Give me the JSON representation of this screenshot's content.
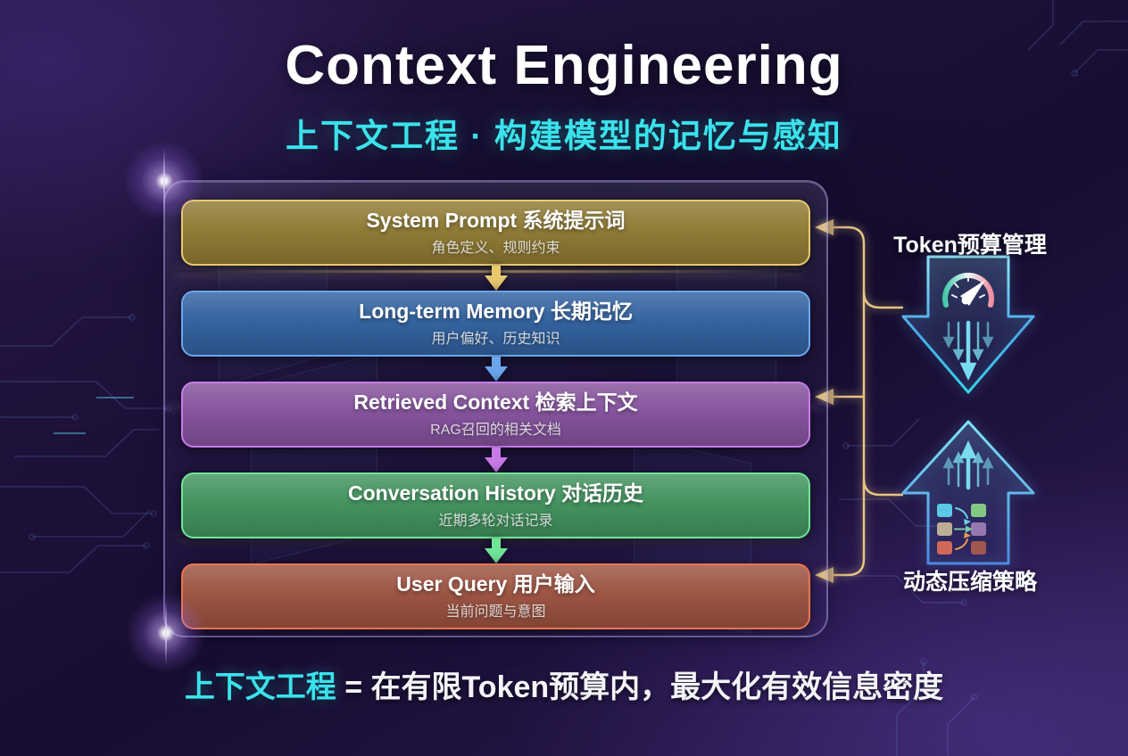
{
  "header": {
    "title": "Context Engineering",
    "subtitle": "上下文工程 · 构建模型的记忆与感知"
  },
  "stack": {
    "layers": [
      {
        "title": "System Prompt 系统提示词",
        "subtitle": "角色定义、规则约束",
        "fill": "#8f7a33",
        "border": "#e9c96e"
      },
      {
        "title": "Long-term Memory 长期记忆",
        "subtitle": "用户偏好、历史知识",
        "fill": "#31619f",
        "border": "#6aa6ec"
      },
      {
        "title": "Retrieved Context 检索上下文",
        "subtitle": "RAG召回的相关文档",
        "fill": "#84519c",
        "border": "#c77ae8"
      },
      {
        "title": "Conversation History 对话历史",
        "subtitle": "近期多轮对话记录",
        "fill": "#41925e",
        "border": "#6fe697"
      },
      {
        "title": "User Query 用户输入",
        "subtitle": "当前问题与意图",
        "fill": "#9c5240",
        "border": "#e8744f"
      }
    ]
  },
  "right_panel": {
    "token_budget_label": "Token预算管理",
    "compression_label": "动态压缩策略",
    "icons": {
      "gauge": "speedometer-icon",
      "down_arrow": "big-down-arrow-icon",
      "up_arrow": "big-up-arrow-icon",
      "blocks": "compression-blocks-icon"
    },
    "connector_color": "#e6c583",
    "arrow_stroke_light": "#7be0f6",
    "arrow_stroke_dark": "#2f6fd8"
  },
  "footer": {
    "highlight": "上下文工程",
    "rest": " = 在有限Token预算内，最大化有效信息密度",
    "highlight_color": "#3ae2ec"
  }
}
